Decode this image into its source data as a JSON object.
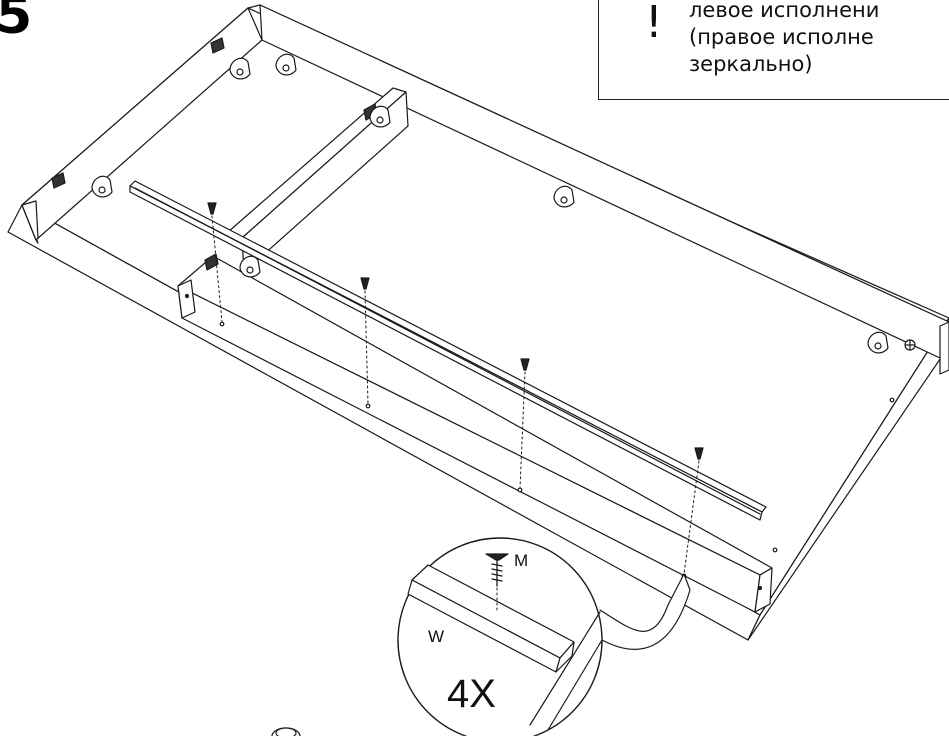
{
  "step": {
    "number": "5"
  },
  "warning": {
    "symbol": "!",
    "lines": [
      "левое исполнени",
      "(правое исполне",
      "зеркально)"
    ]
  },
  "callout": {
    "screw_label": "M",
    "rail_label": "W",
    "quantity": "4X"
  }
}
